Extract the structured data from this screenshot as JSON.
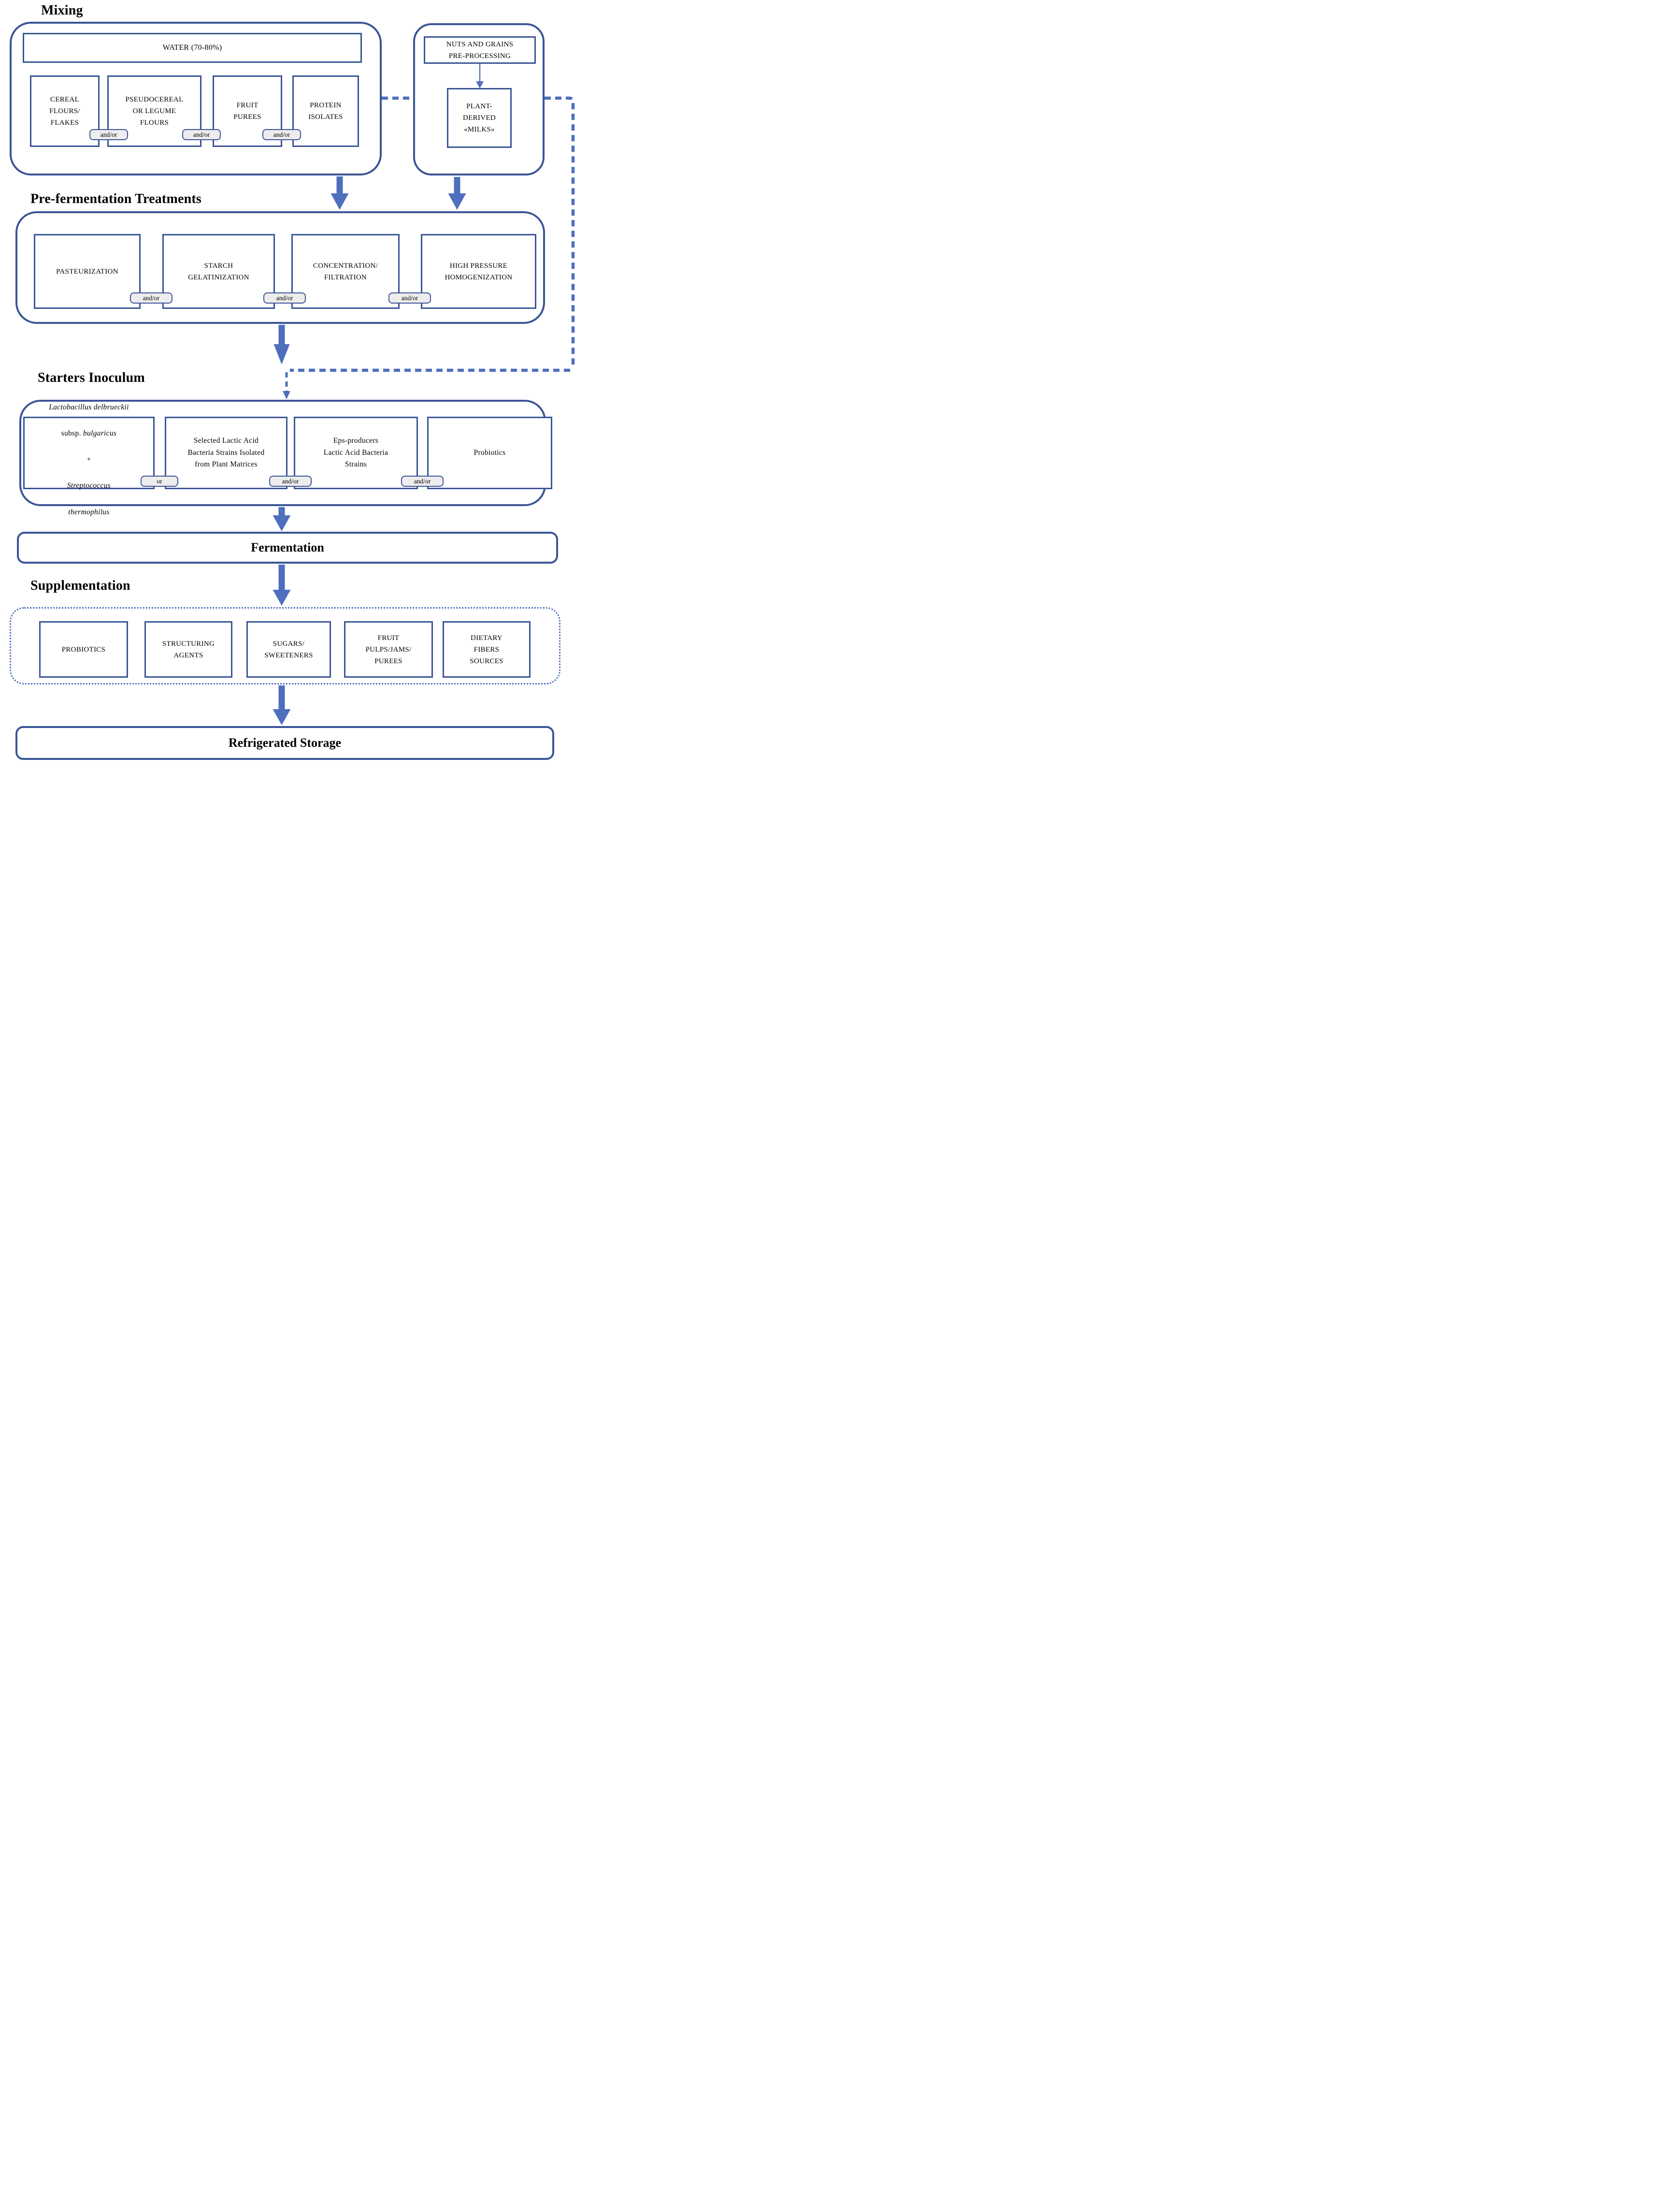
{
  "colors": {
    "border": "#3a5596",
    "accent": "#4e6fbe",
    "pill_bg": "#ededed"
  },
  "mixing": {
    "title": "Mixing",
    "water": "WATER (70-80%)",
    "boxes": [
      "CEREAL\nFLOURS/\nFLAKES",
      "PSEUDOCEREAL\nOR LEGUME\nFLOURS",
      "FRUIT\nPUREES",
      "PROTEIN\nISOLATES"
    ],
    "connectors": [
      "and/or",
      "and/or",
      "and/or"
    ]
  },
  "side_chain": {
    "preprocessing": "NUTS AND GRAINS\nPRE-PROCESSING",
    "milks": "PLANT-\nDERIVED\n«MILKS»"
  },
  "prefermentation": {
    "title": "Pre-fermentation Treatments",
    "boxes": [
      "PASTEURIZATION",
      "STARCH\nGELATINIZATION",
      "CONCENTRATION/\nFILTRATION",
      "HIGH PRESSURE\nHOMOGENIZATION"
    ],
    "connectors": [
      "and/or",
      "and/or",
      "and/or"
    ]
  },
  "starters": {
    "title": "Starters Inoculum",
    "box1": {
      "line1": "Lactobacillus delbrueckii",
      "line2_prefix": "subsp. ",
      "line2_italic": "bulgaricus",
      "line3": "+",
      "line4": "Streptococcus",
      "line5": "thermophilus"
    },
    "boxes": [
      "Selected Lactic Acid\nBacteria Strains Isolated\nfrom Plant Matrices",
      "Eps-producers\nLactic Acid Bacteria\nStrains",
      "Probiotics"
    ],
    "connectors": [
      "or",
      "and/or",
      "and/or"
    ]
  },
  "fermentation": {
    "label": "Fermentation"
  },
  "supplementation": {
    "title": "Supplementation",
    "boxes": [
      "PROBIOTICS",
      "STRUCTURING\nAGENTS",
      "SUGARS/\nSWEETENERS",
      "FRUIT\nPULPS/JAMS/\nPUREES",
      "DIETARY\nFIBERS\nSOURCES"
    ]
  },
  "storage": {
    "label": "Refrigerated Storage"
  }
}
